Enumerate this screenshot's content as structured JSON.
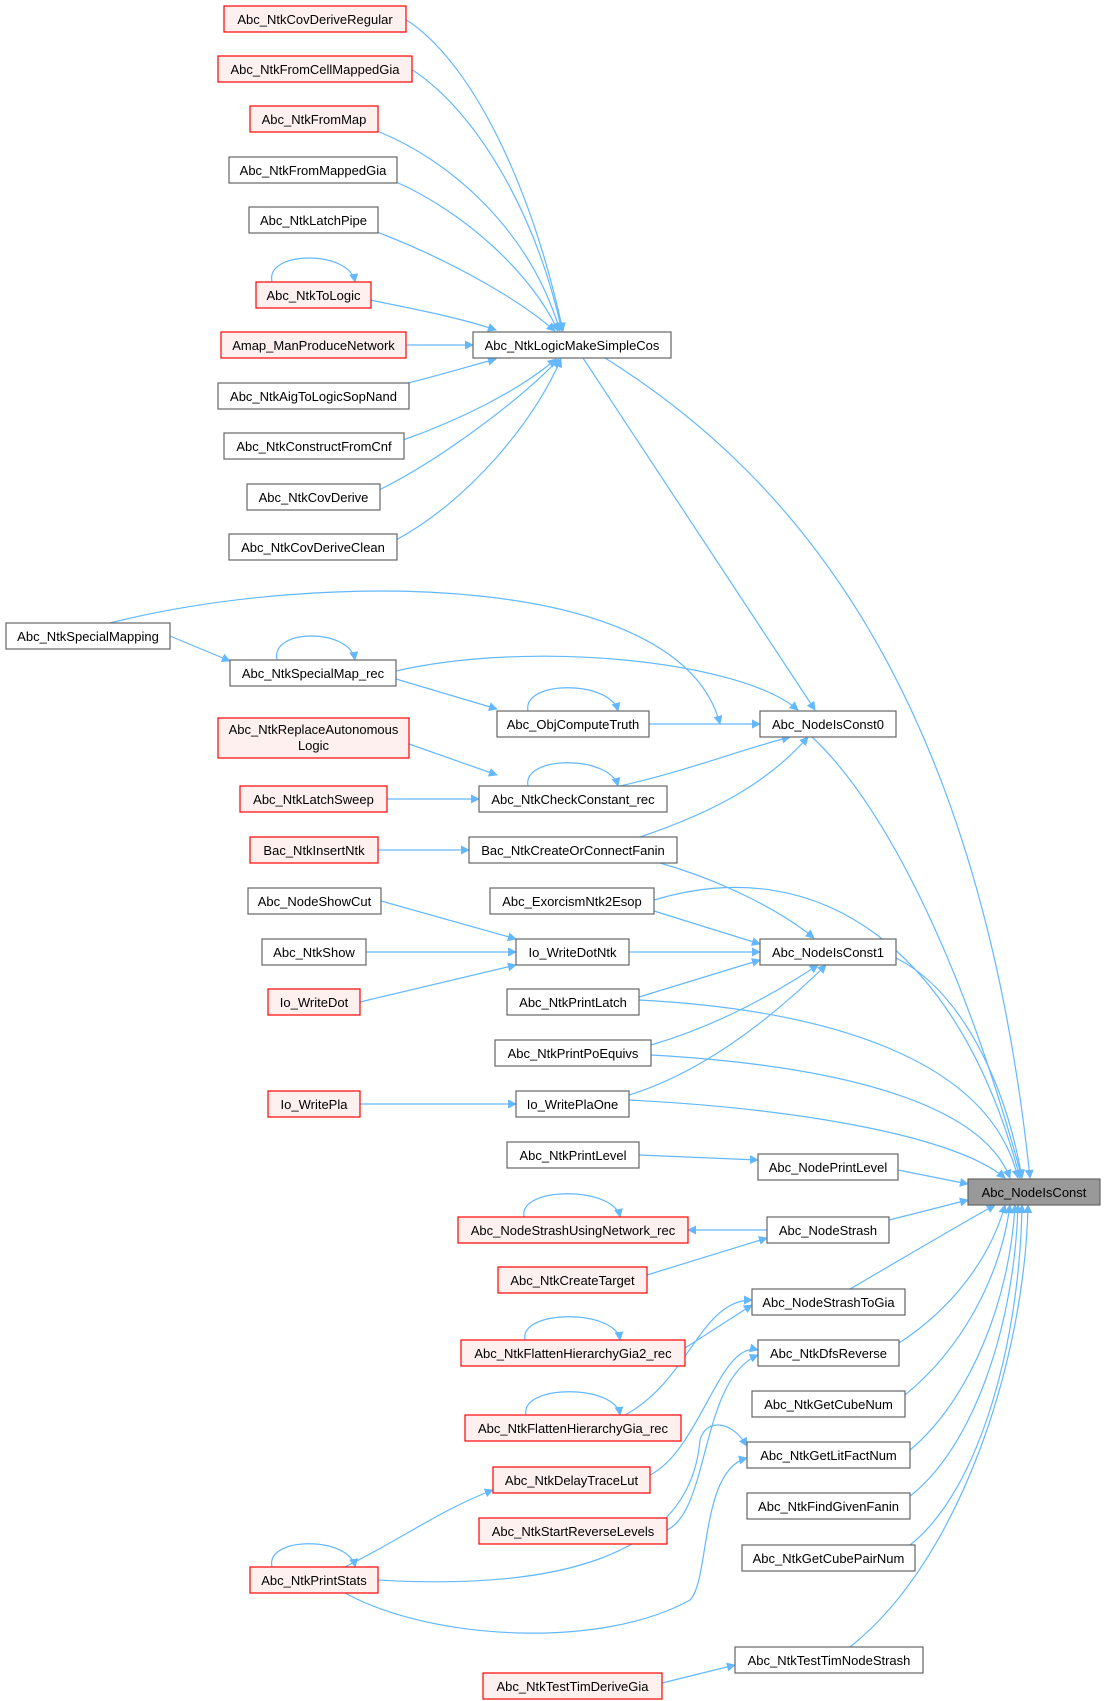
{
  "colors": {
    "edge": "#63b8ff",
    "node_border": "#666666",
    "node_fill": "#ffffff",
    "red_border": "#ff0000",
    "red_fill": "#fff0f0",
    "focus_fill": "#999999",
    "text": "#000000"
  },
  "nodes": [
    {
      "id": "n_covderiveregular",
      "label": "Abc_NtkCovDeriveRegular",
      "style": "red"
    },
    {
      "id": "n_fromcellmappedgia",
      "label": "Abc_NtkFromCellMappedGia",
      "style": "red"
    },
    {
      "id": "n_frommap",
      "label": "Abc_NtkFromMap",
      "style": "red"
    },
    {
      "id": "n_frommappedgia",
      "label": "Abc_NtkFromMappedGia",
      "style": "normal"
    },
    {
      "id": "n_latchpipe",
      "label": "Abc_NtkLatchPipe",
      "style": "normal"
    },
    {
      "id": "n_tologic",
      "label": "Abc_NtkToLogic",
      "style": "red"
    },
    {
      "id": "n_amap",
      "label": "Amap_ManProduceNetwork",
      "style": "red"
    },
    {
      "id": "n_aigtologic",
      "label": "Abc_NtkAigToLogicSopNand",
      "style": "normal"
    },
    {
      "id": "n_constructfromcnf",
      "label": "Abc_NtkConstructFromCnf",
      "style": "normal"
    },
    {
      "id": "n_covderive",
      "label": "Abc_NtkCovDerive",
      "style": "normal"
    },
    {
      "id": "n_covderiveclean",
      "label": "Abc_NtkCovDeriveClean",
      "style": "normal"
    },
    {
      "id": "n_logicmake",
      "label": "Abc_NtkLogicMakeSimpleCos",
      "style": "normal"
    },
    {
      "id": "n_specialmapping",
      "label": "Abc_NtkSpecialMapping",
      "style": "normal"
    },
    {
      "id": "n_specialmaprec",
      "label": "Abc_NtkSpecialMap_rec",
      "style": "normal"
    },
    {
      "id": "n_replaceauto",
      "label": "Abc_NtkReplaceAutonomous",
      "label2": "Logic",
      "style": "red"
    },
    {
      "id": "n_objcomputetruth",
      "label": "Abc_ObjComputeTruth",
      "style": "normal"
    },
    {
      "id": "n_latchsweep",
      "label": "Abc_NtkLatchSweep",
      "style": "red"
    },
    {
      "id": "n_checkconstrec",
      "label": "Abc_NtkCheckConstant_rec",
      "style": "normal"
    },
    {
      "id": "n_bacinsert",
      "label": "Bac_NtkInsertNtk",
      "style": "red"
    },
    {
      "id": "n_baccreate",
      "label": "Bac_NtkCreateOrConnectFanin",
      "style": "normal"
    },
    {
      "id": "n_isconst0",
      "label": "Abc_NodeIsConst0",
      "style": "normal"
    },
    {
      "id": "n_nodeshowcut",
      "label": "Abc_NodeShowCut",
      "style": "normal"
    },
    {
      "id": "n_exorcism",
      "label": "Abc_ExorcismNtk2Esop",
      "style": "normal"
    },
    {
      "id": "n_ntkshow",
      "label": "Abc_NtkShow",
      "style": "normal"
    },
    {
      "id": "n_writedotntk",
      "label": "Io_WriteDotNtk",
      "style": "normal"
    },
    {
      "id": "n_isconst1",
      "label": "Abc_NodeIsConst1",
      "style": "normal"
    },
    {
      "id": "n_writedot",
      "label": "Io_WriteDot",
      "style": "red"
    },
    {
      "id": "n_printlatch",
      "label": "Abc_NtkPrintLatch",
      "style": "normal"
    },
    {
      "id": "n_printpoequivs",
      "label": "Abc_NtkPrintPoEquivs",
      "style": "normal"
    },
    {
      "id": "n_writepla",
      "label": "Io_WritePla",
      "style": "red"
    },
    {
      "id": "n_writeplaone",
      "label": "Io_WritePlaOne",
      "style": "normal"
    },
    {
      "id": "n_ntkprintlevel",
      "label": "Abc_NtkPrintLevel",
      "style": "normal"
    },
    {
      "id": "n_nodeprintlevel",
      "label": "Abc_NodePrintLevel",
      "style": "normal"
    },
    {
      "id": "n_isconst",
      "label": "Abc_NodeIsConst",
      "style": "focus"
    },
    {
      "id": "n_strashnetrec",
      "label": "Abc_NodeStrashUsingNetwork_rec",
      "style": "red"
    },
    {
      "id": "n_nodestrash",
      "label": "Abc_NodeStrash",
      "style": "normal"
    },
    {
      "id": "n_createtarget",
      "label": "Abc_NtkCreateTarget",
      "style": "red"
    },
    {
      "id": "n_strashtogia",
      "label": "Abc_NodeStrashToGia",
      "style": "normal"
    },
    {
      "id": "n_flattengia2",
      "label": "Abc_NtkFlattenHierarchyGia2_rec",
      "style": "red"
    },
    {
      "id": "n_dfsreverse",
      "label": "Abc_NtkDfsReverse",
      "style": "normal"
    },
    {
      "id": "n_getcubenum",
      "label": "Abc_NtkGetCubeNum",
      "style": "normal"
    },
    {
      "id": "n_flattengia",
      "label": "Abc_NtkFlattenHierarchyGia_rec",
      "style": "red"
    },
    {
      "id": "n_getlitfactnum",
      "label": "Abc_NtkGetLitFactNum",
      "style": "normal"
    },
    {
      "id": "n_delaytracelut",
      "label": "Abc_NtkDelayTraceLut",
      "style": "red"
    },
    {
      "id": "n_findgivenfanin",
      "label": "Abc_NtkFindGivenFanin",
      "style": "normal"
    },
    {
      "id": "n_startrevlevels",
      "label": "Abc_NtkStartReverseLevels",
      "style": "red"
    },
    {
      "id": "n_getcubepairnum",
      "label": "Abc_NtkGetCubePairNum",
      "style": "normal"
    },
    {
      "id": "n_printstats",
      "label": "Abc_NtkPrintStats",
      "style": "red"
    },
    {
      "id": "n_testtimnodestrash",
      "label": "Abc_NtkTestTimNodeStrash",
      "style": "normal"
    },
    {
      "id": "n_testtimderivegia",
      "label": "Abc_NtkTestTimDeriveGia",
      "style": "red"
    }
  ]
}
